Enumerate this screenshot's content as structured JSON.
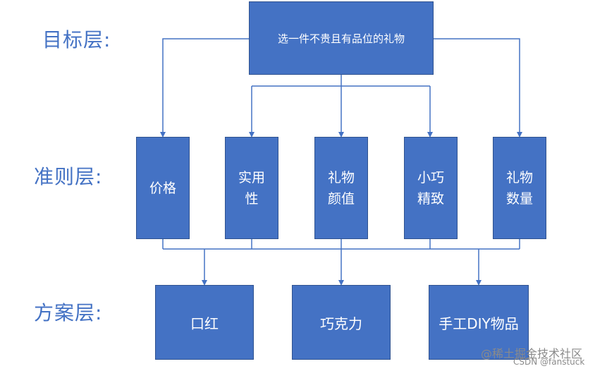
{
  "layers": {
    "goal": "目标层:",
    "criteria": "准则层:",
    "options": "方案层:"
  },
  "goal": {
    "text": "选一件不贵且有品位的礼物"
  },
  "criteria": [
    {
      "line1": "价格",
      "line2": ""
    },
    {
      "line1": "实用",
      "line2": "性"
    },
    {
      "line1": "礼物",
      "line2": "颜值"
    },
    {
      "line1": "小巧",
      "line2": "精致"
    },
    {
      "line1": "礼物",
      "line2": "数量"
    }
  ],
  "options": [
    {
      "text": "口红"
    },
    {
      "text": "巧克力"
    },
    {
      "text": "手工DIY物品"
    }
  ],
  "watermark": {
    "line1": "@稀土掘金技术社区",
    "line2": "CSDN @fanstuck"
  },
  "colors": {
    "box": "#4472c4",
    "line": "#4472c4",
    "label": "#4472c4"
  }
}
